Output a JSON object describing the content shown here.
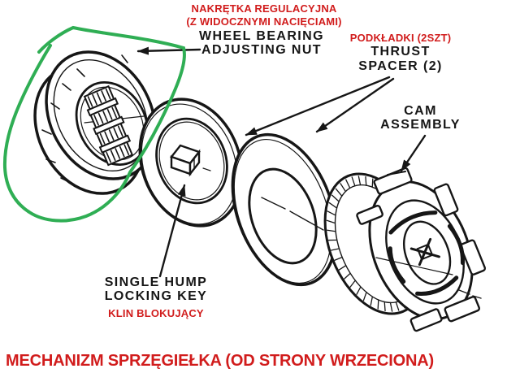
{
  "colors": {
    "annotation_red": "#d11c1c",
    "diagram_black": "#161616",
    "highlight_green": "#2fae54",
    "background": "#ffffff"
  },
  "labels": {
    "adjusting_nut_pl_1": "NAKRĘTKA REGULACYJNA",
    "adjusting_nut_pl_2": "(Z WIDOCZNYMI NACIĘCIAMI)",
    "adjusting_nut_en_1": "WHEEL BEARING",
    "adjusting_nut_en_2": "ADJUSTING NUT",
    "thrust_spacer_pl": "PODKŁADKI (2SZT)",
    "thrust_spacer_en_1": "THRUST",
    "thrust_spacer_en_2": "SPACER (2)",
    "cam_assembly_en_1": "CAM",
    "cam_assembly_en_2": "ASSEMBLY",
    "locking_key_en_1": "SINGLE HUMP",
    "locking_key_en_2": "LOCKING KEY",
    "locking_key_pl": "KLIN BLOKUJĄCY",
    "caption": "MECHANIZM SPRZĘGIEŁKA (OD STRONY WRZECIONA)"
  }
}
